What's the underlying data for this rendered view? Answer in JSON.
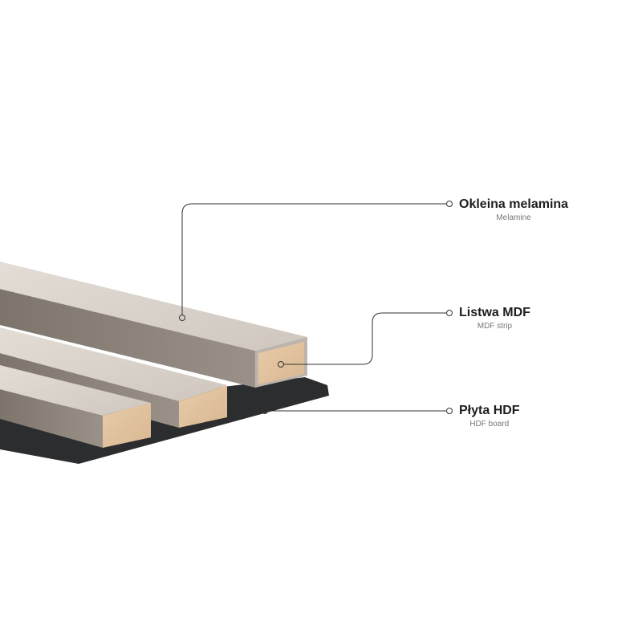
{
  "callouts": [
    {
      "title": "Okleina melamina",
      "subtitle": "Melamine"
    },
    {
      "title": "Listwa MDF",
      "subtitle": "MDF strip"
    },
    {
      "title": "Płyta HDF",
      "subtitle": "HDF board"
    }
  ],
  "colors": {
    "board": "#2c2d2f",
    "melamine_top": "#d9d2cb",
    "melamine_side": "#8d8379",
    "mdf_end": "#e2c3a0",
    "line": "#333333",
    "title_text": "#1e1e1e",
    "subtitle_text": "#777777"
  }
}
